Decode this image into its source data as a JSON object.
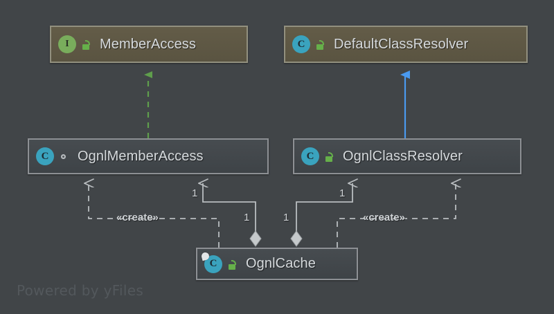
{
  "diagram": {
    "type": "uml-class-diagram",
    "background_color": "#414548",
    "watermark": "Powered by yFiles",
    "nodes": [
      {
        "id": "MemberAccess",
        "label": "MemberAccess",
        "kind": "interface",
        "badge": "I",
        "badge_color": "#79ad5c",
        "visibility_icon": "lock-open-icon",
        "visibility": "public",
        "fill": "#5e5744",
        "selected": false
      },
      {
        "id": "DefaultClassResolver",
        "label": "DefaultClassResolver",
        "kind": "class",
        "badge": "C",
        "badge_color": "#3aa3be",
        "visibility_icon": "lock-open-icon",
        "visibility": "public",
        "fill": "#5e5744",
        "selected": false
      },
      {
        "id": "OgnlMemberAccess",
        "label": "OgnlMemberAccess",
        "kind": "class",
        "badge": "C",
        "badge_color": "#3aa3be",
        "visibility_icon": "package-private-icon",
        "visibility": "package-private",
        "fill": "#43484c",
        "selected": false
      },
      {
        "id": "OgnlClassResolver",
        "label": "OgnlClassResolver",
        "kind": "class",
        "badge": "C",
        "badge_color": "#3aa3be",
        "visibility_icon": "lock-open-icon",
        "visibility": "public",
        "fill": "#43484c",
        "selected": false
      },
      {
        "id": "OgnlCache",
        "label": "OgnlCache",
        "kind": "class",
        "badge": "C",
        "badge_color": "#3aa3be",
        "visibility_icon": "lock-open-icon",
        "visibility": "public",
        "fill": "#43484c",
        "selected": true
      }
    ],
    "edges": [
      {
        "id": "implements-memberaccess",
        "from": "OgnlMemberAccess",
        "to": "MemberAccess",
        "relation": "realization",
        "style": "dashed",
        "color": "#5f9e4c",
        "arrow": "hollow-triangle-filled",
        "label": ""
      },
      {
        "id": "extends-defaultclassresolver",
        "from": "OgnlClassResolver",
        "to": "DefaultClassResolver",
        "relation": "generalization",
        "style": "solid",
        "color": "#4a9af0",
        "arrow": "triangle-filled",
        "label": ""
      },
      {
        "id": "create-ognlmemberaccess",
        "from": "OgnlCache",
        "to": "OgnlMemberAccess",
        "relation": "dependency",
        "style": "dashed",
        "color": "#b9bdc0",
        "arrow": "open-arrow",
        "label": "«create»"
      },
      {
        "id": "create-ognlclassresolver",
        "from": "OgnlCache",
        "to": "OgnlClassResolver",
        "relation": "dependency",
        "style": "dashed",
        "color": "#b9bdc0",
        "arrow": "open-arrow",
        "label": "«create»"
      },
      {
        "id": "aggregation-ognlmemberaccess",
        "from": "OgnlCache",
        "to": "OgnlMemberAccess",
        "relation": "aggregation",
        "style": "solid",
        "color": "#b9bdc0",
        "arrow": "open-arrow",
        "source_decorator": "hollow-diamond",
        "source_multiplicity": "1",
        "target_multiplicity": "1"
      },
      {
        "id": "aggregation-ognlclassresolver",
        "from": "OgnlCache",
        "to": "OgnlClassResolver",
        "relation": "aggregation",
        "style": "solid",
        "color": "#b9bdc0",
        "arrow": "open-arrow",
        "source_decorator": "hollow-diamond",
        "source_multiplicity": "1",
        "target_multiplicity": "1"
      }
    ],
    "multiplicity_labels": [
      {
        "id": "mult-left-top",
        "text": "1"
      },
      {
        "id": "mult-left-bot",
        "text": "1"
      },
      {
        "id": "mult-right-bot",
        "text": "1"
      },
      {
        "id": "mult-right-top",
        "text": "1"
      }
    ],
    "stereotype_labels": [
      {
        "id": "stereo-left",
        "text": "«create»"
      },
      {
        "id": "stereo-right",
        "text": "«create»"
      }
    ]
  }
}
